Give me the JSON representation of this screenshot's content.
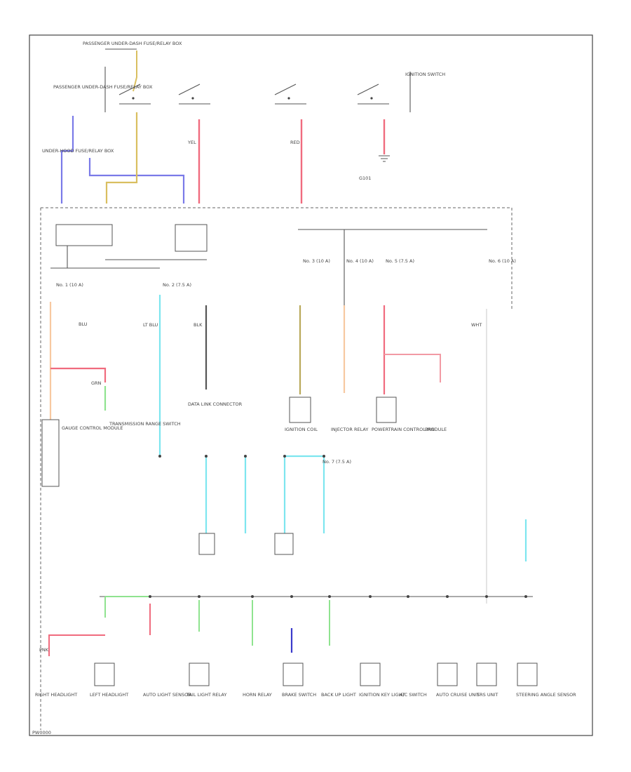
{
  "figure": {
    "corner_code": "PW0000",
    "colors": {
      "yellow": "#d9bf60",
      "blue": "#7a7ae8",
      "red": "#f06b7e",
      "cyan": "#7de6ef",
      "green": "#8fe38f",
      "olive": "#b9a95a",
      "peach": "#f7c8a0",
      "navy": "#3a3acb",
      "pink": "#f29aa4",
      "black": "#555555",
      "lightgray": "#dddddd"
    }
  },
  "top_labels": [
    {
      "id": "t1",
      "text": "PASSENGER UNDER-DASH FUSE/RELAY BOX"
    },
    {
      "id": "t2",
      "text": "UNDER-HOOD FUSE/RELAY BOX"
    },
    {
      "id": "t3",
      "text": "IGNITION SWITCH"
    },
    {
      "id": "t4",
      "text": "G101"
    },
    {
      "id": "t5",
      "text": "PASSENGER UNDER-DASH FUSE/RELAY BOX"
    }
  ],
  "wire_codes": [
    "YEL",
    "BLU",
    "RED",
    "LT BLU",
    "GRN",
    "WHT",
    "BLK",
    "PNK",
    "BRN"
  ],
  "fuses": [
    "No. 1 (10 A)",
    "No. 2 (7.5 A)",
    "No. 3 (10 A)",
    "No. 4 (10 A)",
    "No. 5 (7.5 A)",
    "No. 6 (10 A)",
    "No. 7 (7.5 A)"
  ],
  "components": [
    {
      "id": "c1",
      "text": "TRANSMISSION RANGE SWITCH"
    },
    {
      "id": "c2",
      "text": "GAUGE CONTROL MODULE"
    },
    {
      "id": "c3",
      "text": "DATA LINK CONNECTOR"
    },
    {
      "id": "c4",
      "text": "IGNITION COIL"
    },
    {
      "id": "c5",
      "text": "INJECTOR RELAY"
    },
    {
      "id": "c6",
      "text": "POWERTRAIN CONTROL MODULE"
    },
    {
      "id": "c7",
      "text": "RIGHT HEADLIGHT"
    },
    {
      "id": "c8",
      "text": "LEFT HEADLIGHT"
    },
    {
      "id": "c9",
      "text": "AUTO LIGHT SENSOR"
    },
    {
      "id": "c10",
      "text": "TAIL LIGHT RELAY"
    },
    {
      "id": "c11",
      "text": "HORN RELAY"
    },
    {
      "id": "c12",
      "text": "BRAKE SWITCH"
    },
    {
      "id": "c13",
      "text": "BACK UP LIGHT"
    },
    {
      "id": "c14",
      "text": "IGNITION KEY LIGHT"
    },
    {
      "id": "c15",
      "text": "A/C SWITCH"
    },
    {
      "id": "c16",
      "text": "AUTO CRUISE UNIT"
    },
    {
      "id": "c17",
      "text": "SRS UNIT"
    },
    {
      "id": "c18",
      "text": "STEERING ANGLE SENSOR"
    }
  ]
}
